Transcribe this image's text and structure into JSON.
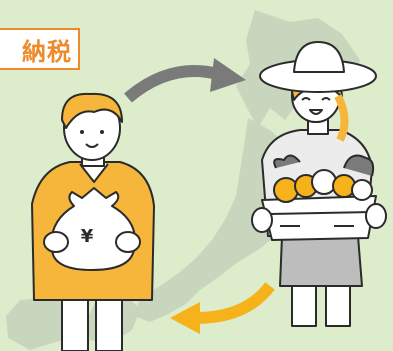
{
  "title": {
    "text": "納税"
  },
  "moneybag": {
    "symbol": "¥"
  },
  "colors": {
    "background": "#ddeccb",
    "map": "#c9d6be",
    "accent_orange": "#ef8a2b",
    "arrow_gray": "#7a7a7a",
    "arrow_yellow": "#f6b21a",
    "sweater": "#f5b63b"
  },
  "icons": [
    "japan-map",
    "money-bag-icon",
    "curved-arrow-gray",
    "curved-arrow-yellow",
    "produce-basket"
  ]
}
